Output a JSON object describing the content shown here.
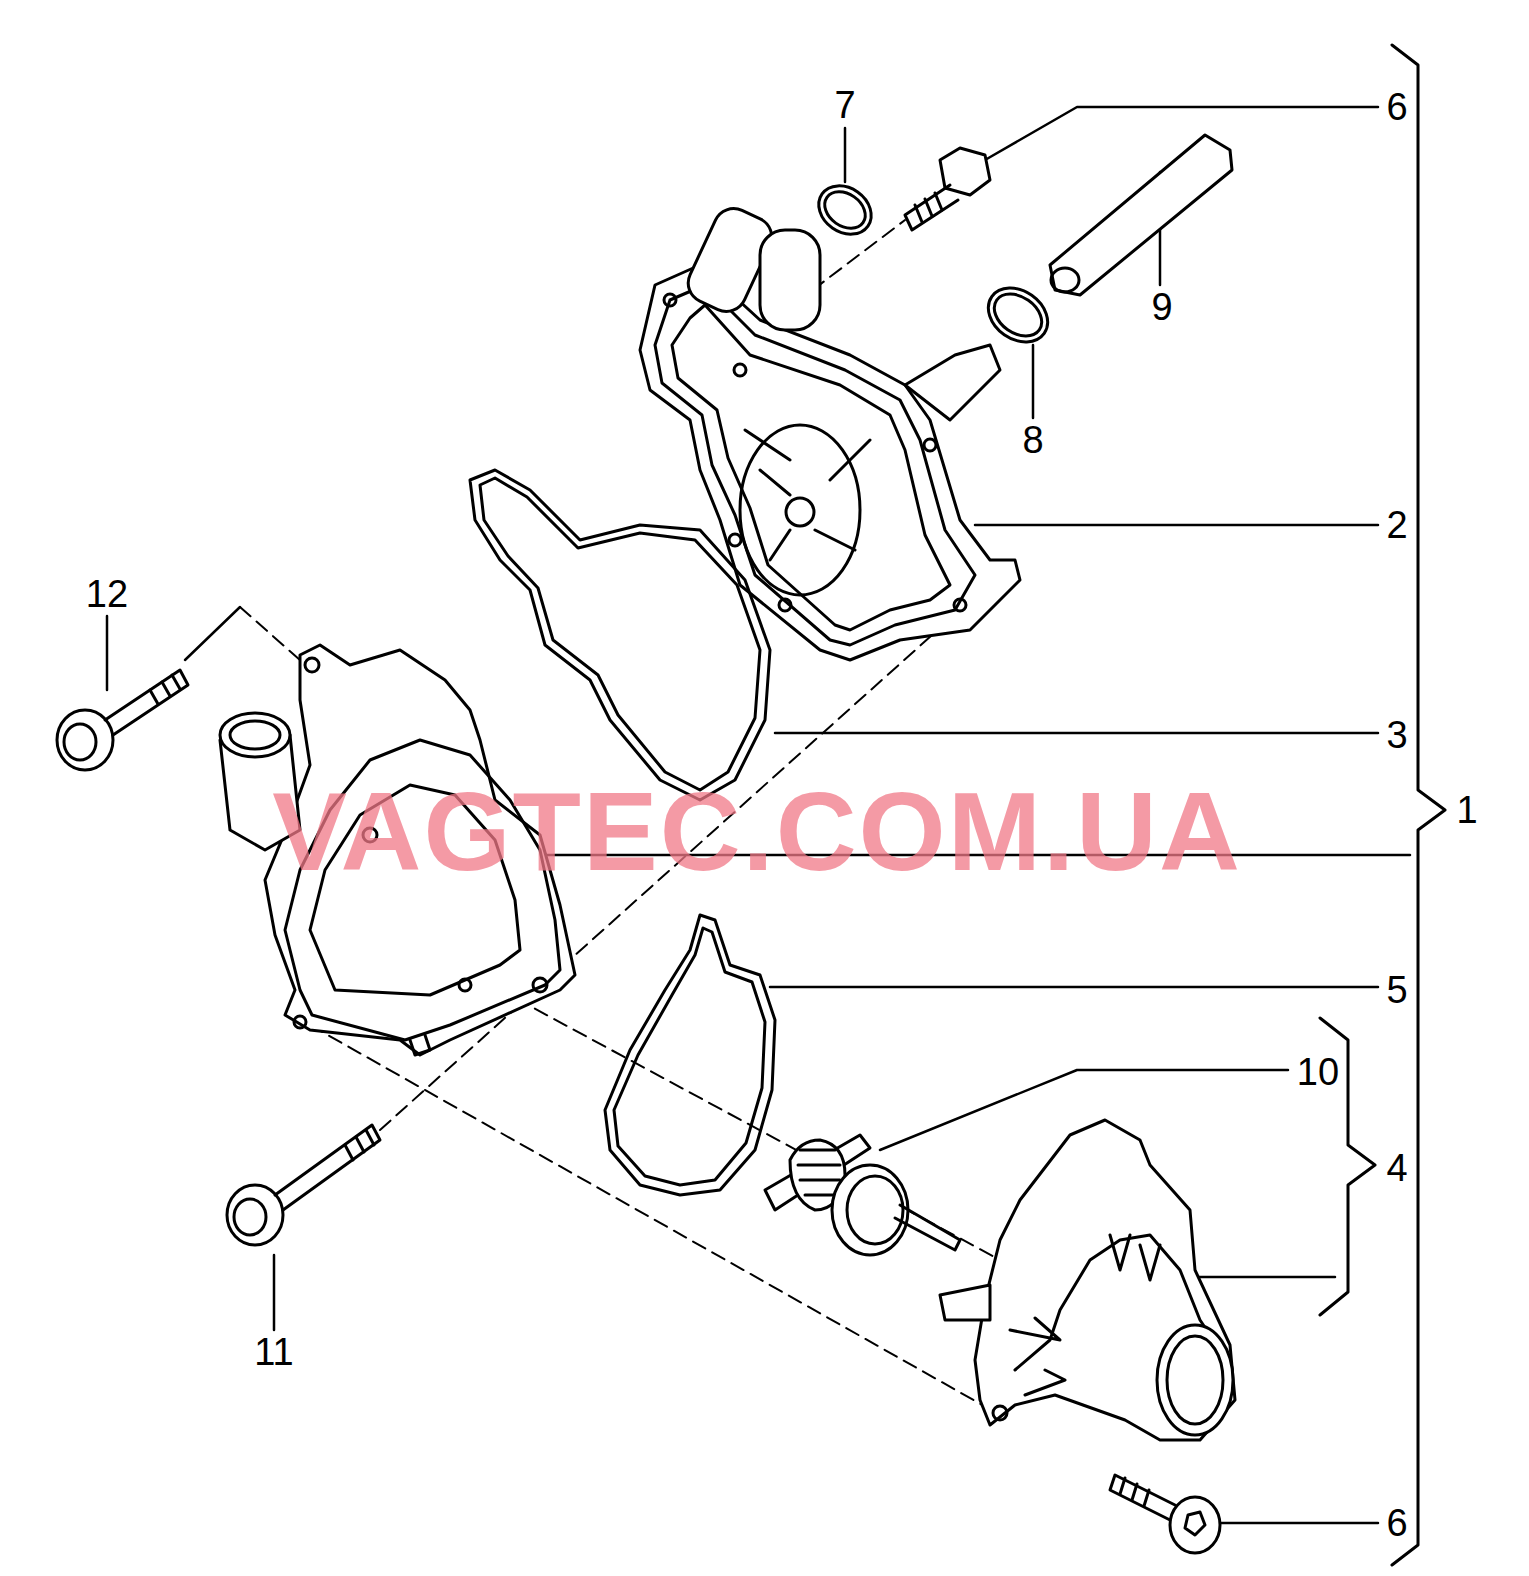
{
  "diagram": {
    "labels": [
      "7",
      "6",
      "9",
      "8",
      "2",
      "12",
      "3",
      "1",
      "5",
      "10",
      "4",
      "11",
      "6",
      "VAGTEC.COM.UA"
    ]
  }
}
